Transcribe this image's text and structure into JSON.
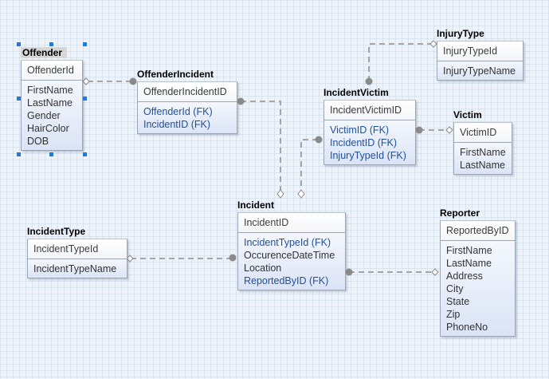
{
  "colors": {
    "connector": "#a5a5a5",
    "fk_text": "#1f4f9e",
    "selection": "#1e7be0"
  },
  "entities": {
    "offender": {
      "title": "Offender",
      "pk": "OffenderId",
      "attrs": [
        "FirstName",
        "LastName",
        "Gender",
        "HairColor",
        "DOB"
      ]
    },
    "offender_incident": {
      "title": "OffenderIncident",
      "pk": "OffenderIncidentID",
      "attrs": [
        "OffenderId (FK)",
        "IncidentID (FK)"
      ]
    },
    "injury_type": {
      "title": "InjuryType",
      "pk": "InjuryTypeId",
      "attrs": [
        "InjuryTypeName"
      ]
    },
    "incident_victim": {
      "title": "IncidentVictim",
      "pk": "IncidentVictimID",
      "attrs": [
        "VictimID (FK)",
        "IncidentID (FK)",
        "InjuryTypeId (FK)"
      ]
    },
    "victim": {
      "title": "Victim",
      "pk": "VictimID",
      "attrs": [
        "FirstName",
        "LastName"
      ]
    },
    "incident": {
      "title": "Incident",
      "pk": "IncidentID",
      "attrs": [
        "IncidentTypeId (FK)",
        "OccurenceDateTime",
        "Location",
        "ReportedByID (FK)"
      ]
    },
    "incident_type": {
      "title": "IncidentType",
      "pk": "IncidentTypeId",
      "attrs": [
        "IncidentTypeName"
      ]
    },
    "reporter": {
      "title": "Reporter",
      "pk": "ReportedByID",
      "attrs": [
        "FirstName",
        "LastName",
        "Address",
        "City",
        "State",
        "Zip",
        "PhoneNo"
      ]
    }
  }
}
